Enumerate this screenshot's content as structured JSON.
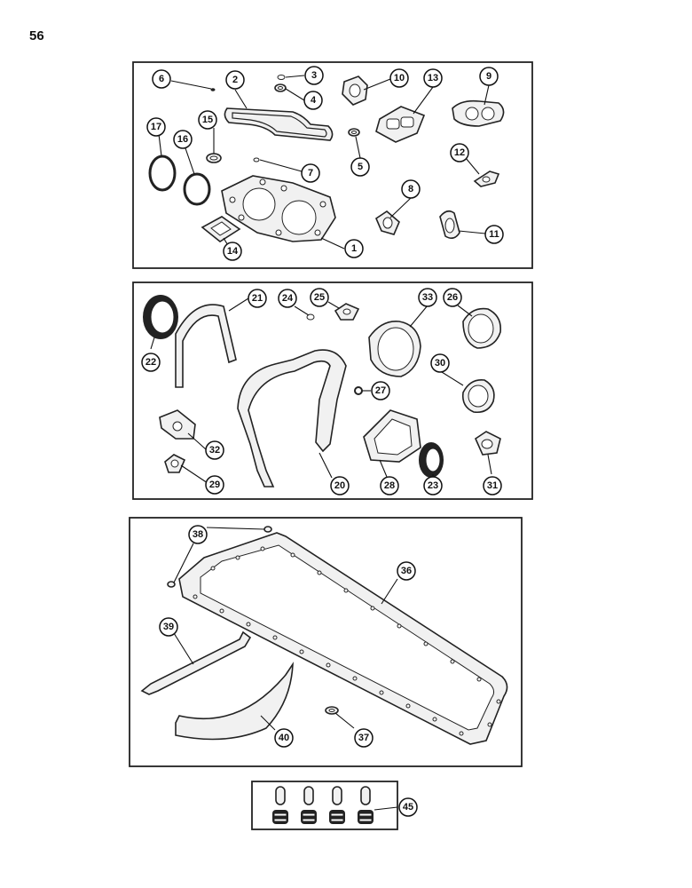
{
  "page": {
    "number": "56"
  },
  "callouts": {
    "c1": "1",
    "c2": "2",
    "c3": "3",
    "c4": "4",
    "c5": "5",
    "c6": "6",
    "c7": "7",
    "c8": "8",
    "c9": "9",
    "c10": "10",
    "c11": "11",
    "c12": "12",
    "c13": "13",
    "c14": "14",
    "c15": "15",
    "c16": "16",
    "c17": "17",
    "c20": "20",
    "c21": "21",
    "c22": "22",
    "c23": "23",
    "c24": "24",
    "c25": "25",
    "c26": "26",
    "c27": "27",
    "c28": "28",
    "c29": "29",
    "c30": "30",
    "c31": "31",
    "c32": "32",
    "c33": "33",
    "c36": "36",
    "c37": "37",
    "c38": "38",
    "c39": "39",
    "c40": "40",
    "c45": "45"
  }
}
